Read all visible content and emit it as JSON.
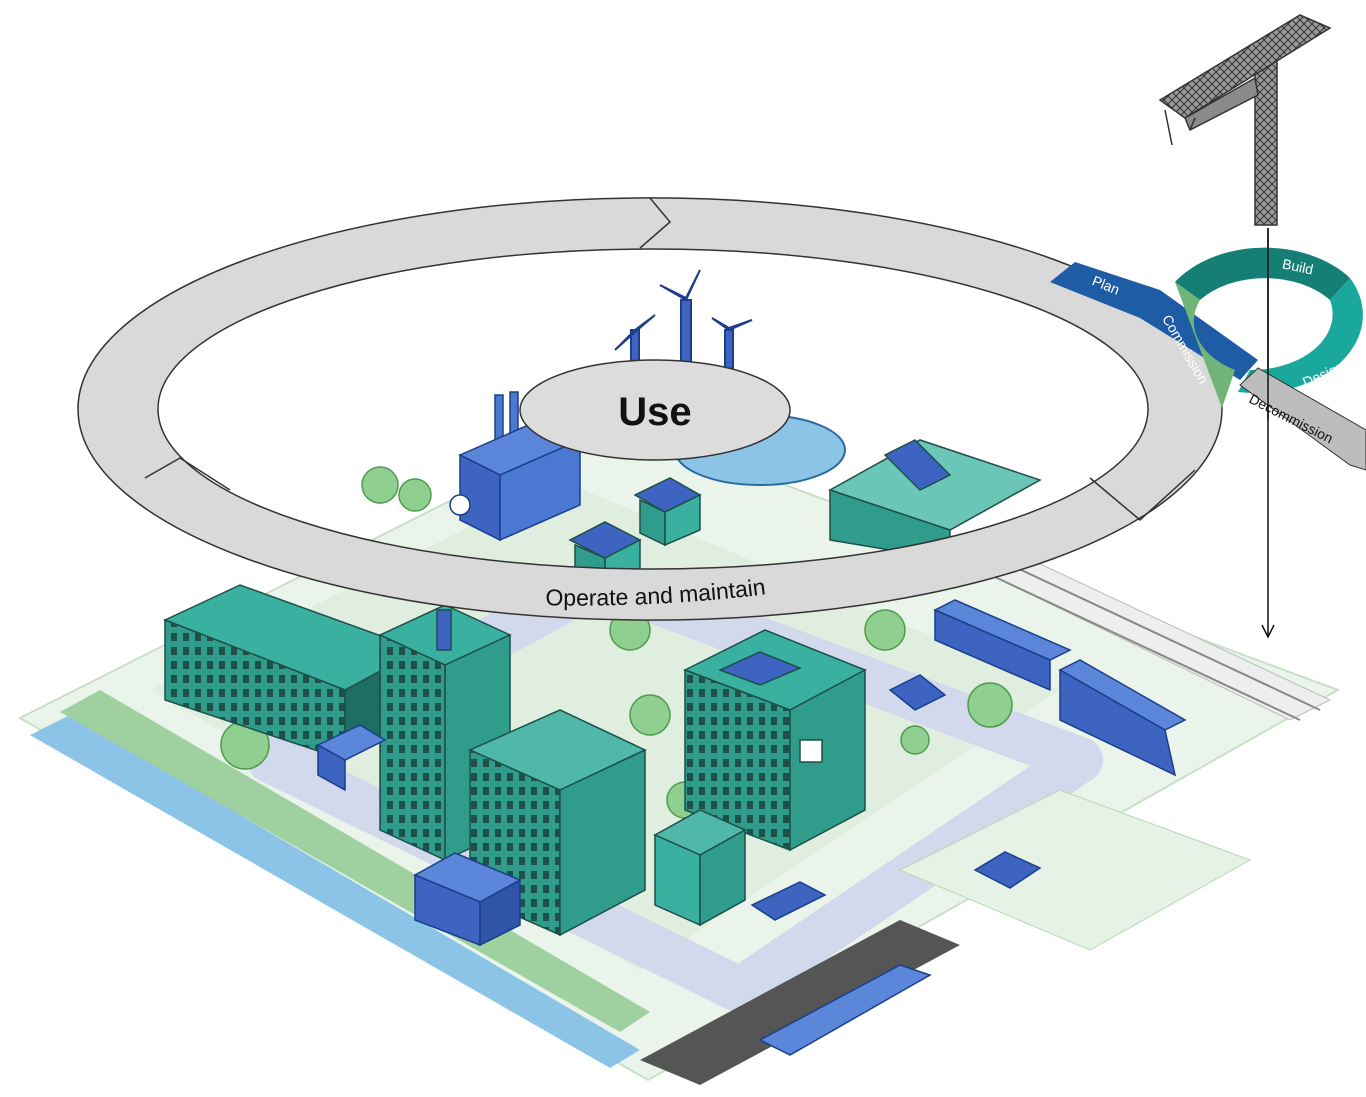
{
  "center_label": "Use",
  "ring_label": "Operate and maintain",
  "lifecycle_stages": [
    "Plan",
    "Build",
    "Design",
    "Commission",
    "Decommission"
  ],
  "colors": {
    "ring": "#d9d9d9",
    "ring_outline": "#333333",
    "plan": "#1f5ca6",
    "build": "#157f75",
    "design": "#1aa89c",
    "commission": "#6fb578",
    "decommission": "#bdbdbd",
    "building": "#2f9c8c",
    "building_dark": "#1e6e63",
    "ground": "#e6f2e6",
    "road": "#d3d9ec",
    "vehicle": "#3c64c0",
    "tree": "#8fcf8f",
    "water": "#8cc4e8"
  }
}
